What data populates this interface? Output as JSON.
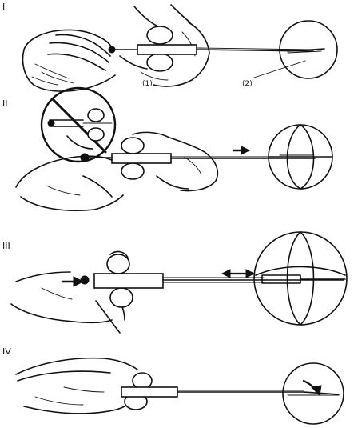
{
  "steps": [
    {
      "label": "I"
    },
    {
      "label": "II"
    },
    {
      "label": "III"
    },
    {
      "label": "IV"
    }
  ],
  "callouts": {
    "needle": "(1)",
    "target": "(2)"
  },
  "colors": {
    "ink": "#111111",
    "background": "#ffffff"
  }
}
